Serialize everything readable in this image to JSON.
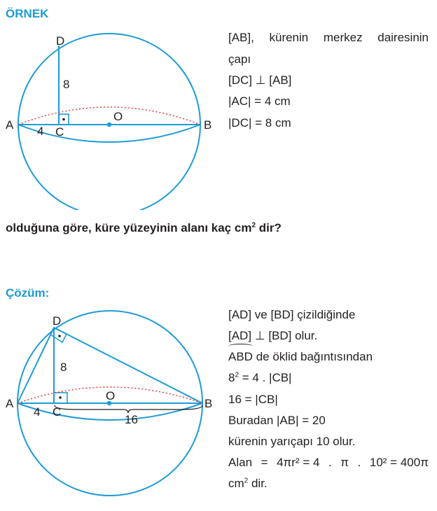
{
  "example": {
    "heading": "ÖRNEK",
    "figure": {
      "A": "A",
      "B": "B",
      "C": "C",
      "D": "D",
      "O": "O",
      "dc": "8",
      "ac": "4"
    },
    "given": {
      "line1_words": [
        "[AB],",
        "kürenin",
        "merkez",
        "dairesinin"
      ],
      "line2": "çapı",
      "line3": "[DC] ⊥ [AB]",
      "line4": "|AC| = 4 cm",
      "line5": "|DC| = 8 cm"
    },
    "question_pre": "olduğuna göre, küre yüzeyinin alanı kaç cm",
    "question_sup": "2",
    "question_post": " dir?"
  },
  "solution": {
    "heading": "Çözüm:",
    "figure": {
      "A": "A",
      "B": "B",
      "C": "C",
      "D": "D",
      "O": "O",
      "dc": "8",
      "ac": "4",
      "cb": "16"
    },
    "line1": "[AD] ve [BD] çizildiğinde",
    "line2": "[AD] ⊥ [BD] olur.",
    "line3_arc": "ABD",
    "line3_rest": " de öklid bağıntısından",
    "line4_pre": "8",
    "line4_sup": "2",
    "line4_post": " = 4 . |CB|",
    "line5": "16 = |CB|",
    "line6": "Buradan |AB| = 20",
    "line7": "kürenin yarıçapı 10 olur.",
    "line8_words": [
      "Alan",
      "=",
      "4πr² = 4",
      ".",
      "π",
      ".",
      "10² = 400π"
    ],
    "line9_pre": "cm",
    "line9_sup": "2",
    "line9_post": " dir."
  },
  "colors": {
    "accent": "#1e9bd7",
    "equator_dash": "#e5302d",
    "text": "#231f20"
  }
}
